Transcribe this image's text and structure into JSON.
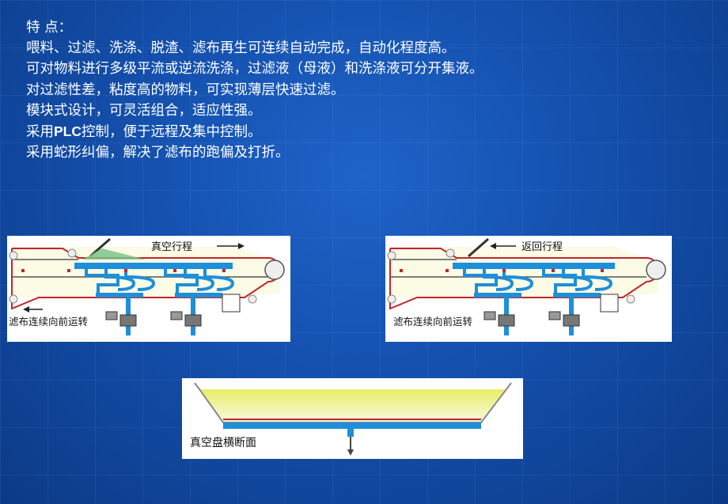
{
  "features": {
    "heading": "特 点：",
    "line1": "喂料、过滤、洗涤、脱渣、滤布再生可连续自动完成，自动化程度高。",
    "line2": "可对物料进行多级平流或逆流洗涤，过滤液（母液）和洗涤液可分开集液。",
    "line3": "对过滤性差，粘度高的物料，可实现薄层快速过滤。",
    "line4": "模块式设计，可灵活组合，适应性强。",
    "line5_prefix": "采用",
    "line5_bold": "PLC",
    "line5_suffix": "控制，便于远程及集中控制。",
    "line6": "采用蛇形纠偏，解决了滤布的跑偏及打折。"
  },
  "diagram_left": {
    "title": "真空行程",
    "caption": "滤布连续向前运转"
  },
  "diagram_right": {
    "title": "返回行程",
    "caption": "滤布连续向前运转"
  },
  "diagram_bottom": {
    "caption": "真空盘横断面"
  },
  "colors": {
    "background": "#1450ad",
    "pipe_blue": "#1e8fd8",
    "belt_red": "#c0262c",
    "slurry_yellow": "#eef08a"
  }
}
